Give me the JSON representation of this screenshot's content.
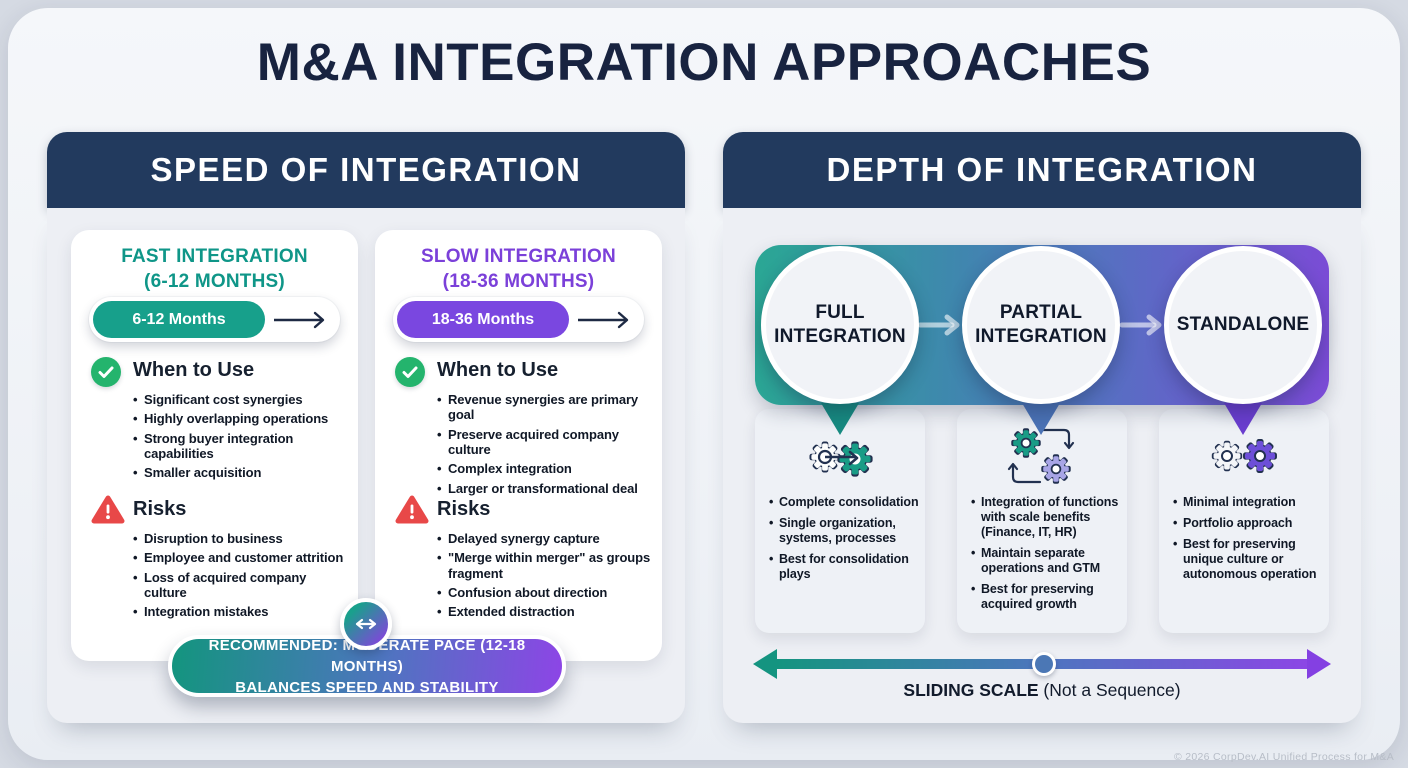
{
  "page": {
    "title": "M&A INTEGRATION APPROACHES",
    "footer": "© 2026 CorpDev.AI Unified Process for M&A"
  },
  "colors": {
    "header_navy": "#223a5e",
    "title_navy": "#182340",
    "teal": "#0f9688",
    "purple": "#7b40d9",
    "green_check": "#24b46d",
    "red_warning": "#e84848",
    "band_gradient_start": "#2aa794",
    "band_gradient_end": "#7b4bd6",
    "knob_blue": "#4b77b5"
  },
  "speed_panel": {
    "header": "SPEED OF INTEGRATION",
    "fast": {
      "title_line1": "FAST INTEGRATION",
      "title_line2": "(6-12 MONTHS)",
      "pill_label": "6-12 Months",
      "when": {
        "icon": "check-circle-icon",
        "heading": "When to Use",
        "items": [
          "Significant cost synergies",
          "Highly overlapping operations",
          "Strong buyer integration capabilities",
          "Smaller acquisition"
        ]
      },
      "risks": {
        "icon": "warning-triangle-icon",
        "heading": "Risks",
        "items": [
          "Disruption to business",
          "Employee and customer attrition",
          "Loss of acquired company culture",
          "Integration mistakes"
        ]
      }
    },
    "slow": {
      "title_line1": "SLOW INTEGRATION",
      "title_line2": "(18-36 MONTHS)",
      "pill_label": "18-36 Months",
      "when": {
        "icon": "check-circle-icon",
        "heading": "When to Use",
        "items": [
          "Revenue synergies are primary goal",
          "Preserve acquired company culture",
          "Complex integration",
          "Larger or transformational deal"
        ]
      },
      "risks": {
        "icon": "warning-triangle-icon",
        "heading": "Risks",
        "items": [
          "Delayed synergy capture",
          "\"Merge within merger\" as groups fragment",
          "Confusion about direction",
          "Extended distraction"
        ]
      }
    },
    "recommendation": {
      "icon": "double-arrow-icon",
      "line1": "RECOMMENDED: MODERATE PACE (12-18 MONTHS)",
      "line2": "BALANCES SPEED AND STABILITY"
    }
  },
  "depth_panel": {
    "header": "DEPTH OF INTEGRATION",
    "stages": [
      {
        "label_line1": "FULL",
        "label_line2": "INTEGRATION",
        "icon": "merged-gears-icon",
        "items": [
          "Complete consolidation",
          "Single organization, systems, processes",
          "Best for consolidation plays"
        ]
      },
      {
        "label_line1": "PARTIAL",
        "label_line2": "INTEGRATION",
        "icon": "cycling-gears-icon",
        "items": [
          "Integration of functions with scale benefits (Finance, IT, HR)",
          "Maintain separate operations and GTM",
          "Best for preserving acquired growth"
        ]
      },
      {
        "label_line1": "STANDALONE",
        "label_line2": "",
        "icon": "separate-gears-icon",
        "items": [
          "Minimal integration",
          "Portfolio approach",
          "Best for preserving unique culture or autonomous operation"
        ]
      }
    ],
    "scale": {
      "label_bold": "SLIDING SCALE",
      "label_rest": " (Not a Sequence)"
    }
  }
}
